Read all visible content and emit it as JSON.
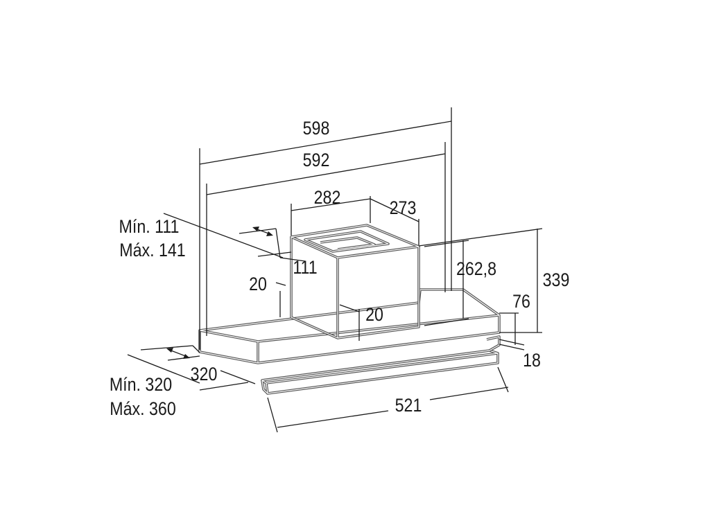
{
  "dimensions": {
    "overall_width": "598",
    "inner_width": "592",
    "chimney_width": "282",
    "chimney_depth": "273",
    "fixing_offset_top": "111",
    "fixing_top_range_line1": "Mín. 111",
    "fixing_top_range_line2": "Máx. 141",
    "chimney_side_offset": "20",
    "chimney_front_offset": "20",
    "height_262": "262,8",
    "overall_height": "339",
    "body_height": "76",
    "visor_thickness": "18",
    "depth": "320",
    "depth_range_line1": "Mín. 320",
    "depth_range_line2": "Máx. 360",
    "visor_width": "521"
  },
  "colors": {
    "line": "#1a1a1a",
    "outline": "#555555",
    "background": "#ffffff"
  }
}
